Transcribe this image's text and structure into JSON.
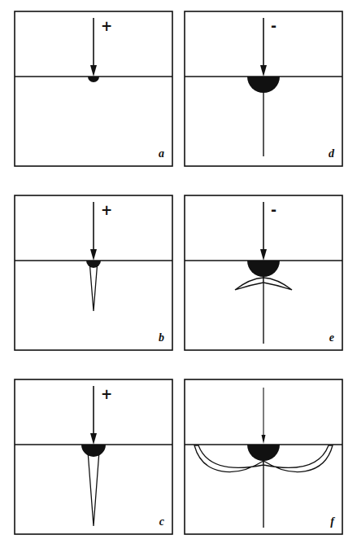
{
  "diagram": {
    "labels": [
      "+",
      "a",
      "-",
      "d",
      "+",
      "b",
      "-",
      "e",
      "+",
      "c",
      "f"
    ]
  }
}
